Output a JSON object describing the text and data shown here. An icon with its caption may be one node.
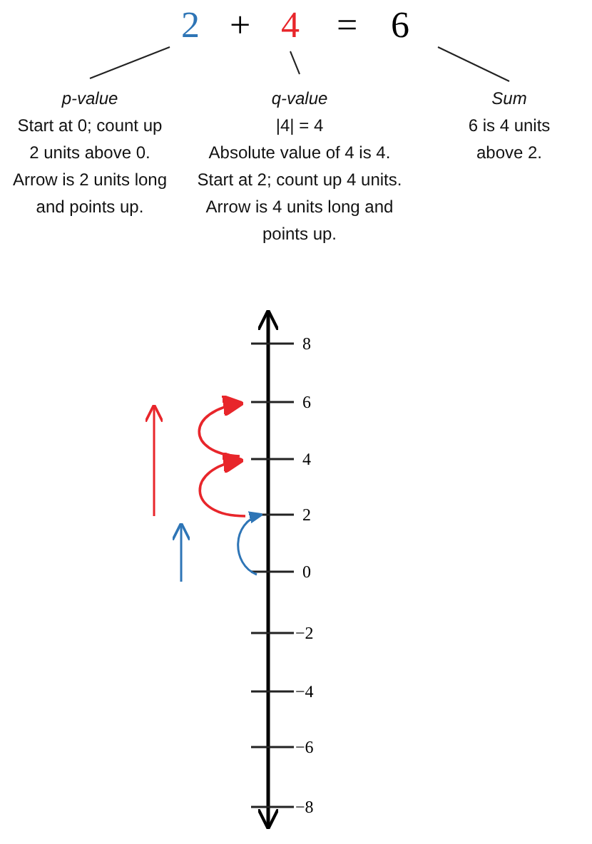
{
  "diagram": {
    "nodes": [
      {
        "text": [
          "2"
        ]
      },
      {
        "text": [
          "4"
        ]
      },
      {
        "text": [
          "6"
        ]
      },
      {
        "text": [
          "p-value",
          "Start at 0; count up 2 units above 0. Arrow is 2 units long and points up."
        ]
      },
      {
        "text": [
          "q-value",
          "|4| = 4",
          "Absolute value of 4 is 4. Start at 2; count up 4 units. Arrow is 4 units long and points up."
        ]
      },
      {
        "text": [
          "Sum",
          "6 is 4 units above 2."
        ]
      }
    ],
    "edges": [
      {
        "from": 0,
        "to": 3,
        "arrow": "none"
      },
      {
        "from": 1,
        "to": 4,
        "arrow": "none"
      },
      {
        "from": 2,
        "to": 5,
        "arrow": "none"
      }
    ],
    "labels": [
      "+",
      "=",
      "8",
      "6",
      "4",
      "2",
      "0",
      "−2",
      "−4",
      "−6",
      "−8"
    ]
  }
}
